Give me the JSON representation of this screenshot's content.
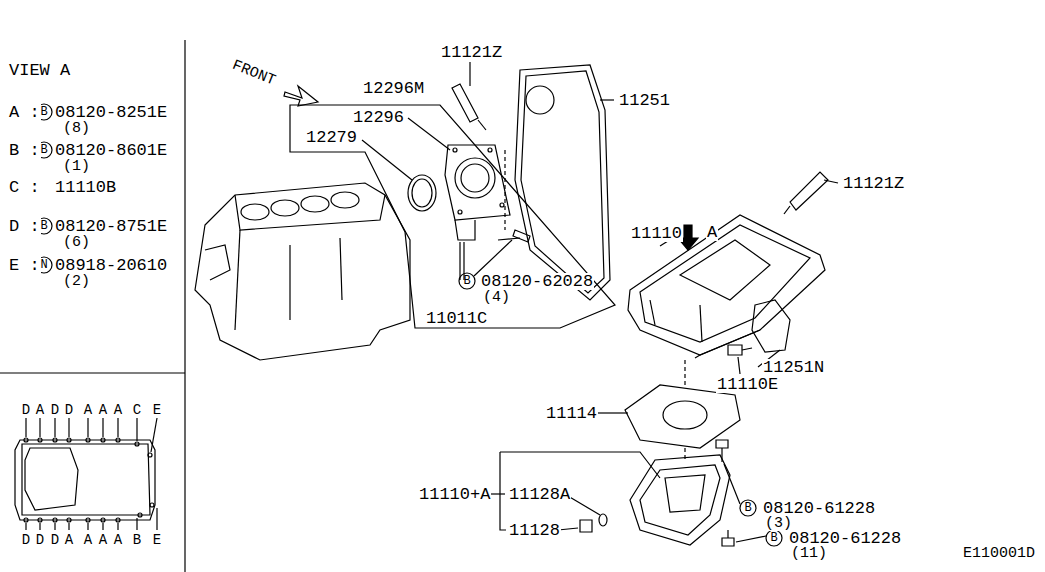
{
  "diagram": {
    "labels": [
      "VIEW A",
      "A :",
      "B",
      "08120-8251E",
      "(8)",
      "B :",
      "B",
      "08120-8601E",
      "(1)",
      "C :",
      "11110B",
      "D :",
      "B",
      "08120-8751E",
      "(6)",
      "E :",
      "N",
      "08918-20610",
      "(2)",
      "D",
      "A",
      "D",
      "D",
      "A",
      "A",
      "A",
      "C",
      "E",
      "D",
      "D",
      "D",
      "A",
      "A",
      "A",
      "A",
      "B",
      "E",
      "FRONT",
      "12296M",
      "11121Z",
      "11251",
      "12296",
      "12279",
      "11121Z",
      "11110",
      "A",
      "B",
      "08120-62028",
      "(4)",
      "11011C",
      "11251N",
      "11110E",
      "11114",
      "11110+A",
      "11128A",
      "11128",
      "B",
      "08120-61228",
      "(3)",
      "B",
      "08120-61228",
      "(11)",
      "E110001D"
    ]
  }
}
